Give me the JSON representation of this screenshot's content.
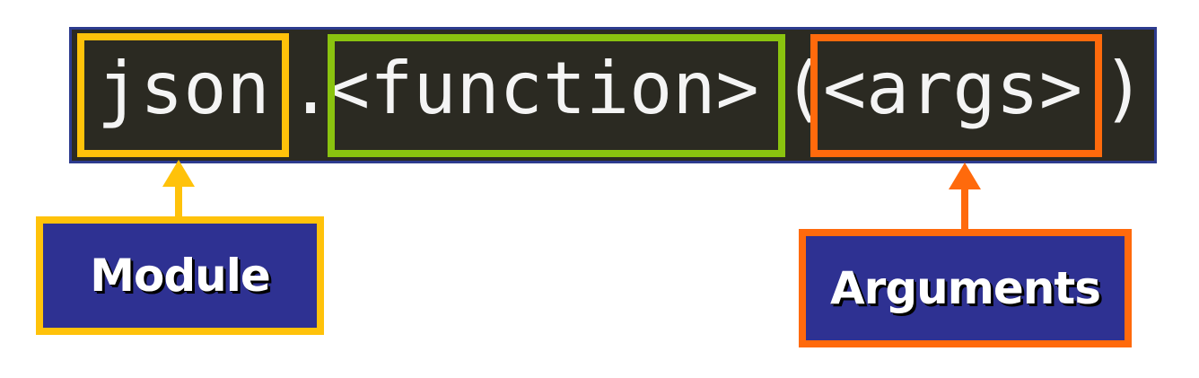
{
  "code": {
    "module": "json",
    "dot": ".",
    "function": "<function>",
    "open_paren": "(",
    "args": "<args>",
    "close_paren": ")"
  },
  "labels": {
    "module": "Module",
    "arguments": "Arguments"
  },
  "colors": {
    "code_background": "#2b2a22",
    "code_border": "#2d3b8e",
    "code_text": "#f4f4f4",
    "module_highlight": "#ffc20a",
    "function_highlight": "#8ac30f",
    "args_highlight": "#ff6a0c",
    "label_background": "#2e3192",
    "label_text": "#ffffff"
  }
}
